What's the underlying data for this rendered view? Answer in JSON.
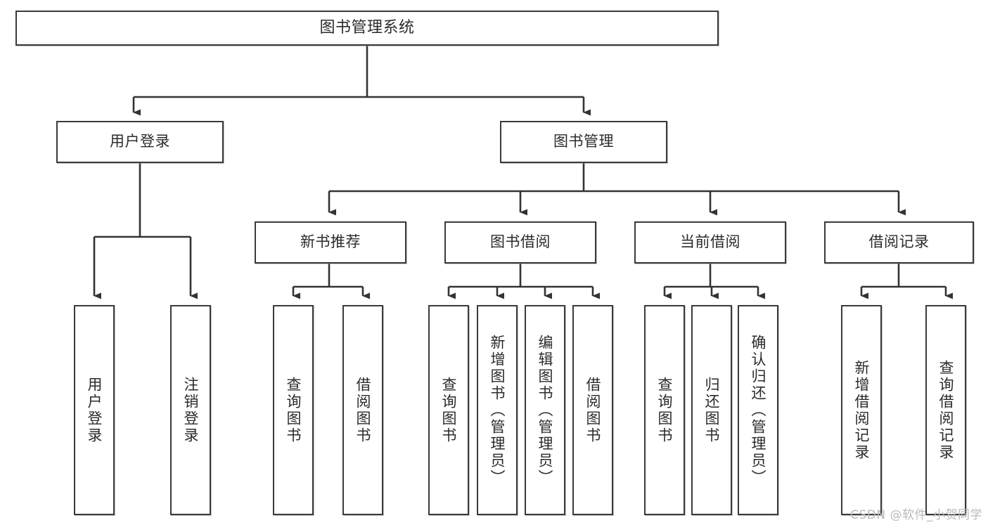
{
  "diagram": {
    "title": "图书管理系统",
    "type": "hierarchy-tree",
    "watermark": "CSDN @软件_小贺同学",
    "colors": {
      "box_border": "#3a3a3a",
      "box_fill": "#ffffff",
      "connector": "#333333",
      "text": "#2b2b2b",
      "watermark": "#b9b9b9"
    },
    "nodes": {
      "root": {
        "label": "图书管理系统",
        "level": 1
      },
      "user_login": {
        "label": "用户登录",
        "level": 2
      },
      "book_manage": {
        "label": "图书管理",
        "level": 2
      },
      "new_book_rec": {
        "label": "新书推荐",
        "level": 3
      },
      "book_borrow": {
        "label": "图书借阅",
        "level": 3
      },
      "current_borrow": {
        "label": "当前借阅",
        "level": 3
      },
      "borrow_record": {
        "label": "借阅记录",
        "level": 3
      },
      "leaf_user_login": {
        "label": "用户登录",
        "level": 4
      },
      "leaf_logout": {
        "label": "注销登录",
        "level": 4
      },
      "leaf_query_book_1": {
        "label": "查询图书",
        "level": 4
      },
      "leaf_borrow_book_1": {
        "label": "借阅图书",
        "level": 4
      },
      "leaf_query_book_2": {
        "label": "查询图书",
        "level": 4
      },
      "leaf_add_book": {
        "label": "新增图书（管理员）",
        "level": 4
      },
      "leaf_edit_book": {
        "label": "编辑图书（管理员）",
        "level": 4
      },
      "leaf_borrow_book_2": {
        "label": "借阅图书",
        "level": 4
      },
      "leaf_query_book_3": {
        "label": "查询图书",
        "level": 4
      },
      "leaf_return_book": {
        "label": "归还图书",
        "level": 4
      },
      "leaf_confirm_return": {
        "label": "确认归还（管理员）",
        "level": 4
      },
      "leaf_add_record": {
        "label": "新增借阅记录",
        "level": 4
      },
      "leaf_query_record": {
        "label": "查询借阅记录",
        "level": 4
      }
    },
    "edges": [
      {
        "from": "root",
        "to": "user_login"
      },
      {
        "from": "root",
        "to": "book_manage"
      },
      {
        "from": "user_login",
        "to": "leaf_user_login"
      },
      {
        "from": "user_login",
        "to": "leaf_logout"
      },
      {
        "from": "book_manage",
        "to": "new_book_rec"
      },
      {
        "from": "book_manage",
        "to": "book_borrow"
      },
      {
        "from": "book_manage",
        "to": "current_borrow"
      },
      {
        "from": "book_manage",
        "to": "borrow_record"
      },
      {
        "from": "new_book_rec",
        "to": "leaf_query_book_1"
      },
      {
        "from": "new_book_rec",
        "to": "leaf_borrow_book_1"
      },
      {
        "from": "book_borrow",
        "to": "leaf_query_book_2"
      },
      {
        "from": "book_borrow",
        "to": "leaf_add_book"
      },
      {
        "from": "book_borrow",
        "to": "leaf_edit_book"
      },
      {
        "from": "book_borrow",
        "to": "leaf_borrow_book_2"
      },
      {
        "from": "current_borrow",
        "to": "leaf_query_book_3"
      },
      {
        "from": "current_borrow",
        "to": "leaf_return_book"
      },
      {
        "from": "current_borrow",
        "to": "leaf_confirm_return"
      },
      {
        "from": "borrow_record",
        "to": "leaf_add_record"
      },
      {
        "from": "borrow_record",
        "to": "leaf_query_record"
      }
    ]
  }
}
